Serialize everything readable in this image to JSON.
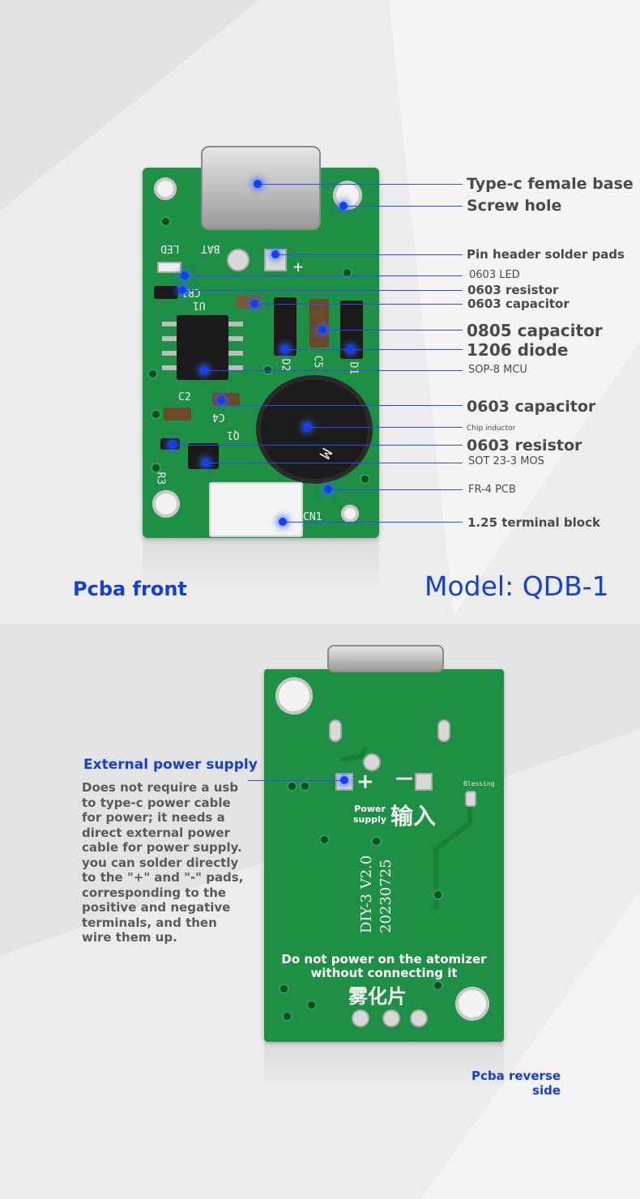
{
  "colors": {
    "accent": "#1540d8",
    "board": "#1f8f45",
    "label": "#4a4a4a"
  },
  "front": {
    "labels": {
      "typec": "Type-c female base",
      "screw": "Screw hole",
      "pinheader": "Pin header solder pads",
      "led": "0603 LED",
      "res1": "0603 resistor",
      "cap1": "0603 capacitor",
      "cap0805": "0805 capacitor",
      "diode": "1206 diode",
      "mcu": "SOP-8 MCU",
      "cap2": "0603 capacitor",
      "inductor": "Chip inductor",
      "res2": "0603 resistor",
      "mos": "SOT 23-3 MOS",
      "pcb": "FR-4 PCB",
      "terminal": "1.25 terminal block"
    },
    "silkscreen": {
      "bat": "BAT",
      "led": "LED",
      "plus": "+",
      "cr": "CR1",
      "u1": "U1",
      "d2": "D2",
      "c5": "C5",
      "d1": "D1",
      "c2": "C2",
      "c4": "C4",
      "q1": "Q1",
      "r3": "R3",
      "cn1": "CN1",
      "inductor_mark": "M"
    },
    "caption": "Pcba front",
    "model": "Model: QDB-1"
  },
  "back": {
    "ext_title": "External power supply",
    "ext_desc": [
      "Does not require a usb",
      "to type-c power cable",
      "for power; it needs a",
      "direct external power",
      "cable for power supply.",
      "you can solder directly",
      "to the \"+\" and \"-\" pads,",
      "corresponding to the",
      "positive and negative",
      "terminals, and then",
      "wire them up."
    ],
    "power_supply": [
      "Power",
      "supply"
    ],
    "plus": "+",
    "minus": "—",
    "input_cn": "输入",
    "blessing": "Blessing",
    "version": "DIY-3 V2.0",
    "date": "20230725",
    "warning": [
      "Do not power on the atomizer",
      "without connecting it"
    ],
    "atomizer_cn": "雾化片",
    "caption": [
      "Pcba reverse",
      "side"
    ]
  }
}
